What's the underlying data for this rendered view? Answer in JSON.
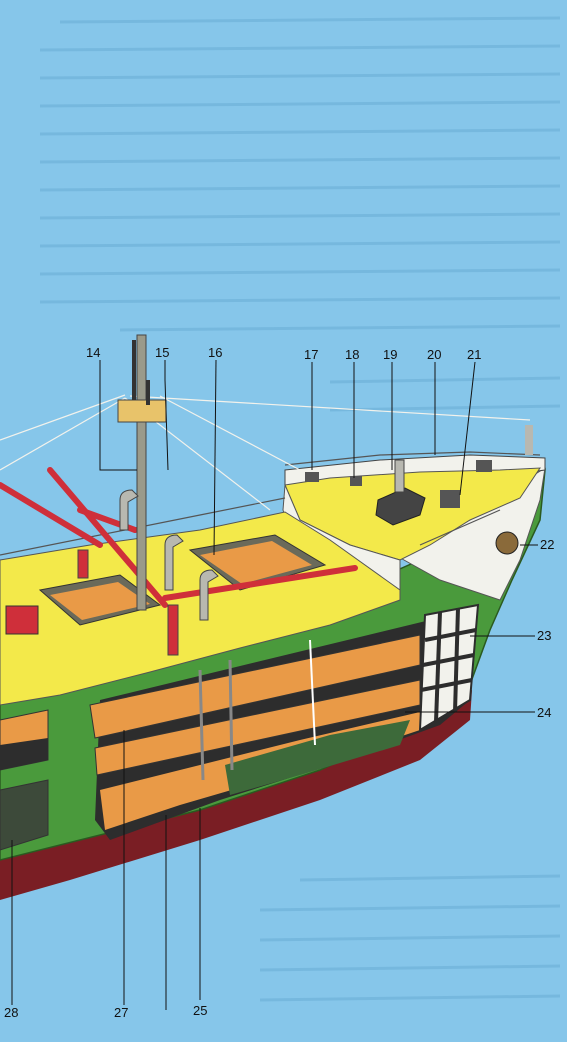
{
  "labels": {
    "l14": "14",
    "l15": "15",
    "l16": "16",
    "l17": "17",
    "l18": "18",
    "l19": "19",
    "l20": "20",
    "l21": "21",
    "l22": "22",
    "l23": "23",
    "l24": "24",
    "l25": "25",
    "l27": "27",
    "l28": "28"
  },
  "colors": {
    "background": "#86c6ea",
    "hull_green": "#4a9a3c",
    "hull_red": "#7a1e24",
    "deck_yellow": "#f3e94a",
    "cargo_orange": "#e99a47",
    "mast_gray": "#9a9a8a",
    "boom_red": "#cf2f3a",
    "superstructure_white": "#f2f2ec"
  }
}
